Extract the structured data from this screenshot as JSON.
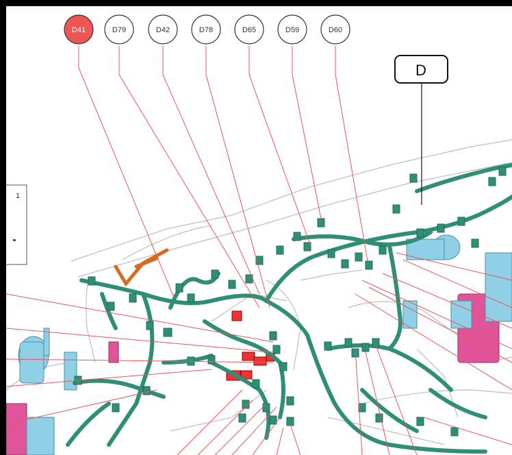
{
  "diagram": {
    "callouts": [
      {
        "label": "D41",
        "active": true
      },
      {
        "label": "D79",
        "active": false
      },
      {
        "label": "D42",
        "active": false
      },
      {
        "label": "D78",
        "active": false
      },
      {
        "label": "D65",
        "active": false
      },
      {
        "label": "D59",
        "active": false
      },
      {
        "label": "D60",
        "active": false
      }
    ],
    "section_label": "D",
    "inset_label": "1",
    "colors": {
      "harness": "#2f8f76",
      "harness_dark": "#1f6b58",
      "highlight": "#ee5555",
      "leader": "#ee5555",
      "component_blue": "#8fd0e6",
      "component_pink": "#e0559a",
      "orange": "#d86a20",
      "outline": "#bdbdbd"
    }
  }
}
